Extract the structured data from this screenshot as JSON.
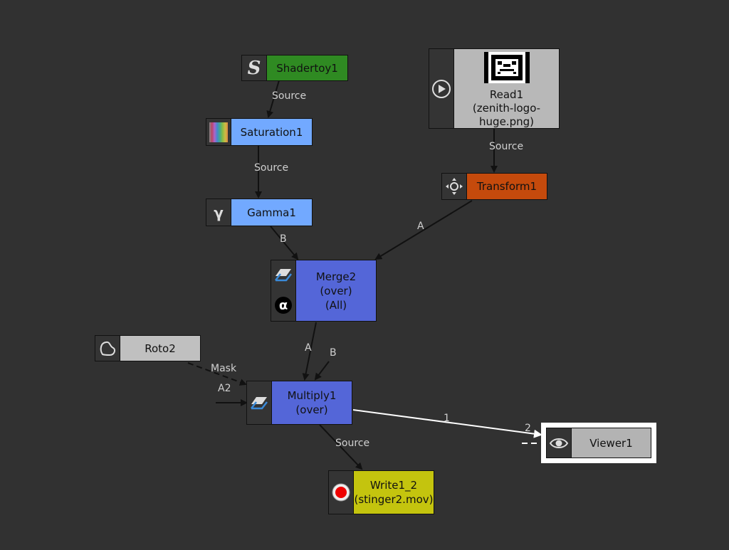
{
  "colors": {
    "background": "#313131",
    "shadertoy": "#2f8a22",
    "color_nodes": "#72a9ff",
    "read": "#b8b8b8",
    "transform": "#c54a0c",
    "merge": "#5466d8",
    "roto": "#c0c0c0",
    "write": "#c4c40e",
    "viewer": "#b3b3b3"
  },
  "nodes": {
    "shadertoy": {
      "name": "Shadertoy1",
      "icon": "shadertoy-s-icon"
    },
    "saturation": {
      "name": "Saturation1",
      "icon": "color-gradient-icon"
    },
    "gamma": {
      "name": "Gamma1",
      "icon": "gamma-icon"
    },
    "read": {
      "name": "Read1",
      "detail": "(zenith-logo-huge.png)",
      "icon": "play-icon"
    },
    "transform": {
      "name": "Transform1",
      "icon": "transform-icon"
    },
    "merge": {
      "name": "Merge2",
      "line2": "(over)",
      "line3": "(All)",
      "icon": "merge-layers-icon",
      "icon2": "alpha-icon"
    },
    "roto": {
      "name": "Roto2",
      "icon": "roto-shape-icon"
    },
    "multiply": {
      "name": "Multiply1",
      "line2": "(over)",
      "icon": "merge-layers-icon"
    },
    "write": {
      "name": "Write1_2",
      "line2": "(stinger2.mov)",
      "icon": "record-icon"
    },
    "viewer": {
      "name": "Viewer1",
      "icon": "eye-icon"
    }
  },
  "edges": {
    "shadertoy_to_saturation": "Source",
    "saturation_to_gamma": "Source",
    "read_to_transform": "Source",
    "gamma_to_merge": "B",
    "transform_to_merge": "A",
    "merge_to_multiply_a": "A",
    "merge_to_multiply_b": "B",
    "roto_mask": "Mask",
    "multiply_a2": "A2",
    "multiply_to_write": "Source",
    "multiply_to_viewer_out": "1",
    "multiply_to_viewer_in": "2"
  }
}
